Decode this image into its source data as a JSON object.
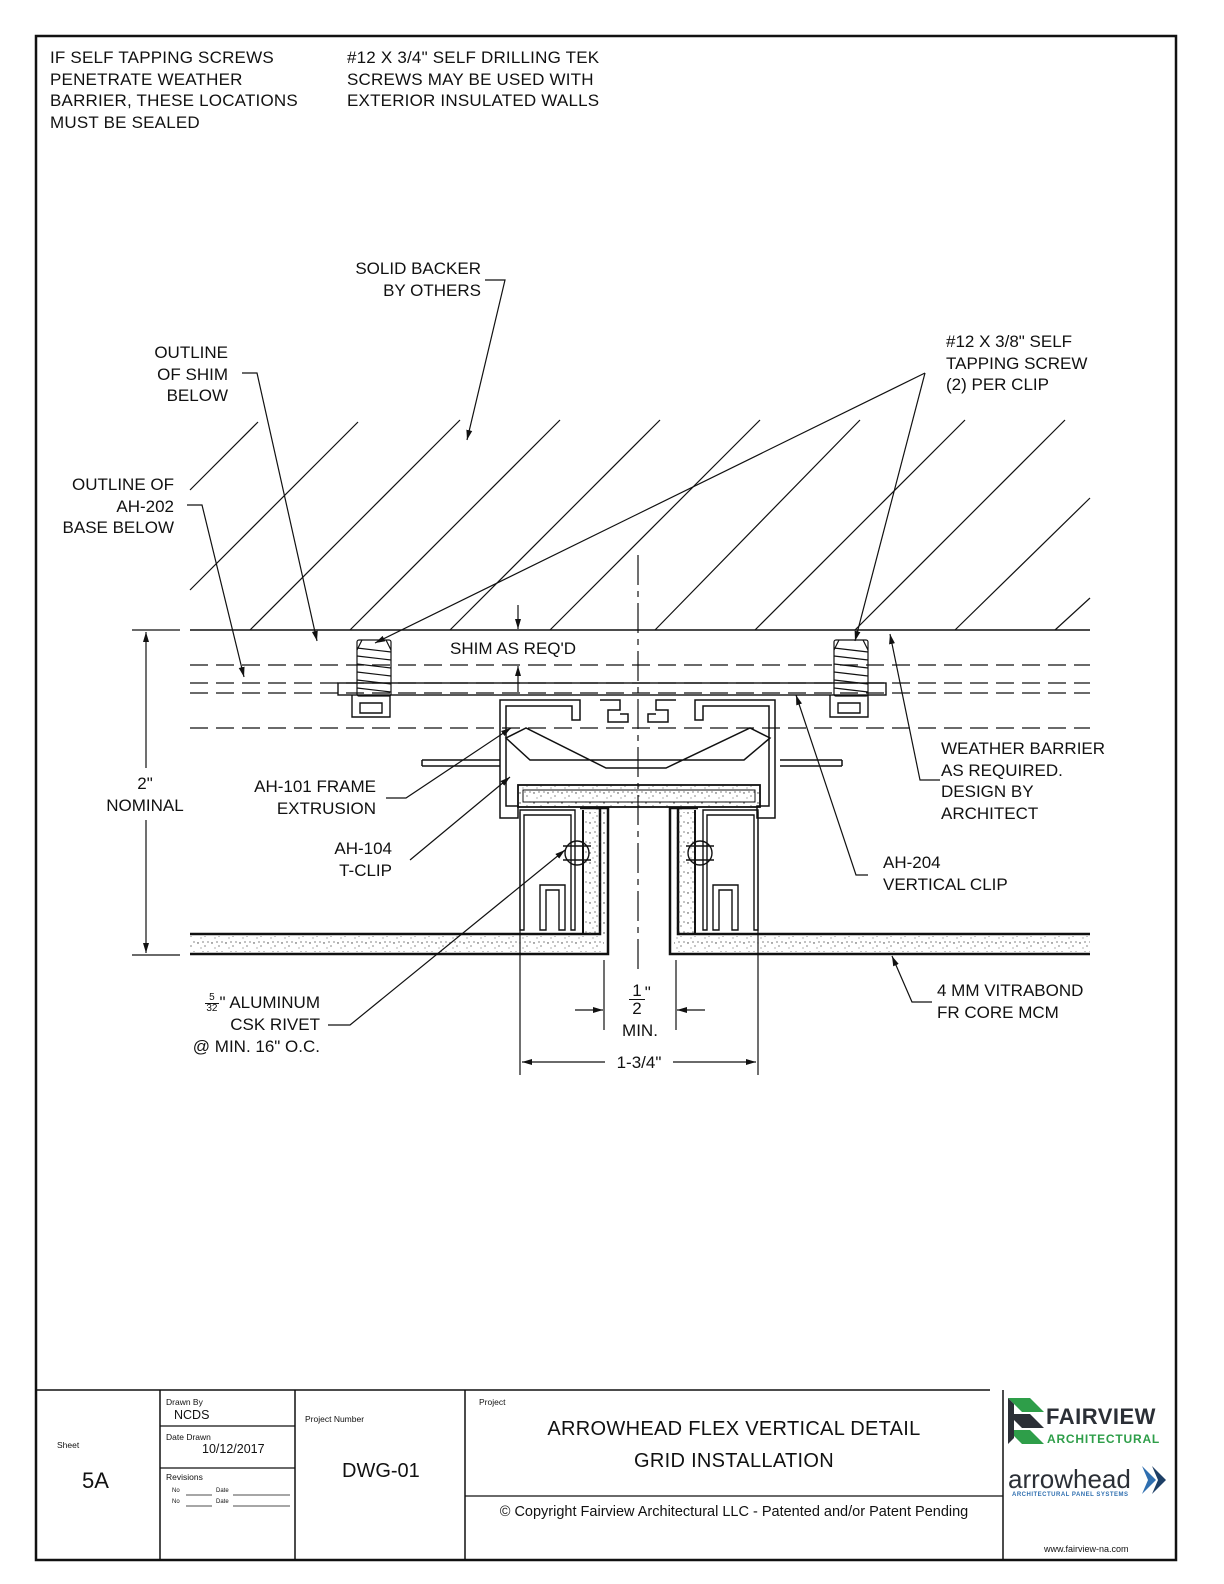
{
  "notes": {
    "left": [
      "IF SELF TAPPING SCREWS",
      "PENETRATE WEATHER",
      "BARRIER, THESE LOCATIONS",
      "MUST BE SEALED"
    ],
    "right": [
      "#12 X 3/4\" SELF DRILLING TEK",
      "SCREWS MAY BE USED WITH",
      "EXTERIOR INSULATED WALLS"
    ]
  },
  "callouts": {
    "solid_backer": [
      "SOLID BACKER",
      "BY OTHERS"
    ],
    "outline_shim": [
      "OUTLINE",
      "OF SHIM",
      "BELOW"
    ],
    "outline_base": [
      "OUTLINE OF",
      "AH-202",
      "BASE BELOW"
    ],
    "tapping_screw": [
      "#12 X 3/8\" SELF",
      "TAPPING SCREW",
      "(2) PER CLIP"
    ],
    "shim": "SHIM AS REQ'D",
    "nominal": [
      "2\"",
      "NOMINAL"
    ],
    "frame": [
      "AH-101 FRAME",
      "EXTRUSION"
    ],
    "tclip": [
      "AH-104",
      "T-CLIP"
    ],
    "weather_barrier": [
      "WEATHER BARRIER",
      "AS REQUIRED.",
      "DESIGN BY",
      "ARCHITECT"
    ],
    "vertical_clip": [
      "AH-204",
      "VERTICAL CLIP"
    ],
    "vitrabond": [
      "4 MM VITRABOND",
      "FR CORE MCM"
    ],
    "rivet": {
      "frac_num": "5",
      "frac_den": "32",
      "line1_rest": "\" ALUMINUM",
      "line2": "CSK RIVET",
      "line3": "@ MIN. 16\" O.C."
    },
    "gap": {
      "num": "1",
      "den": "2",
      "inch": "\"",
      "label": "MIN."
    },
    "width": "1-3/4\""
  },
  "title_block": {
    "sheet_label": "Sheet",
    "sheet_value": "5A",
    "drawn_by_label": "Drawn By",
    "drawn_by_value": "NCDS",
    "date_label": "Date Drawn",
    "date_value": "10/12/2017",
    "revisions_label": "Revisions",
    "rev_no_label": "No",
    "rev_date_label": "Date",
    "project_number_label": "Project Number",
    "project_number_value": "DWG-01",
    "project_label": "Project",
    "project_title_1": "ARROWHEAD FLEX VERTICAL DETAIL",
    "project_title_2": "GRID INSTALLATION",
    "copyright": "© Copyright Fairview Architectural LLC - Patented and/or Patent Pending",
    "logo_brand_1": "FAIRVIEW",
    "logo_brand_2": "ARCHITECTURAL",
    "logo_brand_3": "arrowhead",
    "logo_brand_4": "ARCHITECTURAL PANEL SYSTEMS",
    "website": "www.fairview-na.com"
  },
  "colors": {
    "ink": "#111111",
    "fairview_green": "#2e9e49",
    "fairview_dark": "#2b2f36",
    "arrowhead_blue": "#2f6fb0"
  }
}
